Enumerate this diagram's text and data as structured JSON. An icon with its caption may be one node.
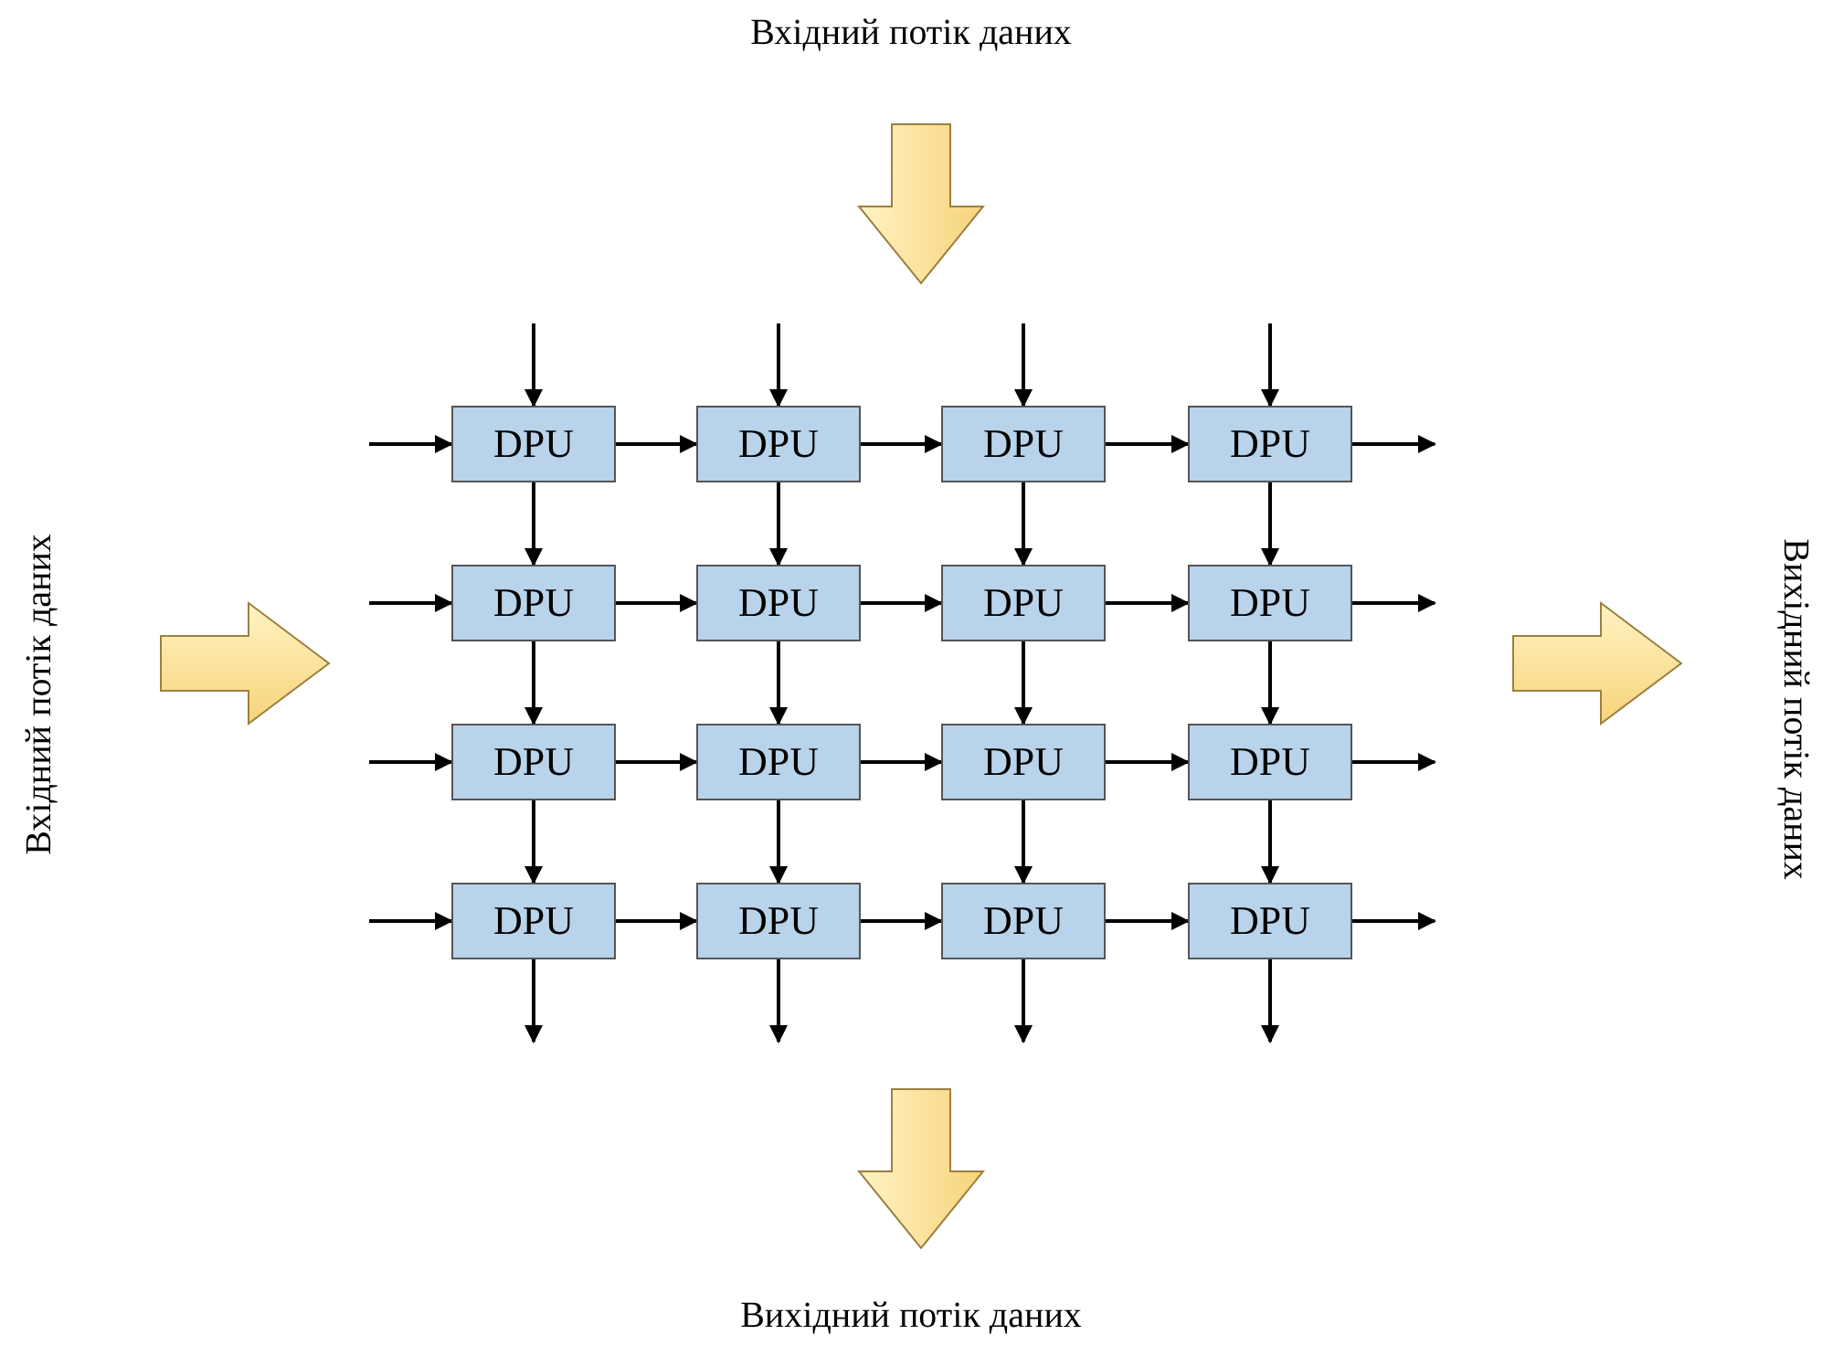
{
  "diagram": {
    "nodes": [
      {
        "text": [
          "DPU"
        ]
      },
      {
        "text": [
          "DPU"
        ]
      },
      {
        "text": [
          "DPU"
        ]
      },
      {
        "text": [
          "DPU"
        ]
      },
      {
        "text": [
          "DPU"
        ]
      },
      {
        "text": [
          "DPU"
        ]
      },
      {
        "text": [
          "DPU"
        ]
      },
      {
        "text": [
          "DPU"
        ]
      },
      {
        "text": [
          "DPU"
        ]
      },
      {
        "text": [
          "DPU"
        ]
      },
      {
        "text": [
          "DPU"
        ]
      },
      {
        "text": [
          "DPU"
        ]
      },
      {
        "text": [
          "DPU"
        ]
      },
      {
        "text": [
          "DPU"
        ]
      },
      {
        "text": [
          "DPU"
        ]
      },
      {
        "text": [
          "DPU"
        ]
      }
    ],
    "edges": [
      {
        "from": null,
        "to": 0,
        "arrow": "to"
      },
      {
        "from": null,
        "to": 1,
        "arrow": "to"
      },
      {
        "from": null,
        "to": 2,
        "arrow": "to"
      },
      {
        "from": null,
        "to": 3,
        "arrow": "to"
      },
      {
        "from": null,
        "to": 0,
        "arrow": "to"
      },
      {
        "from": 0,
        "to": 1,
        "arrow": "to"
      },
      {
        "from": 1,
        "to": 2,
        "arrow": "to"
      },
      {
        "from": 2,
        "to": 3,
        "arrow": "to"
      },
      {
        "from": 3,
        "to": null,
        "arrow": "to"
      },
      {
        "from": null,
        "to": 4,
        "arrow": "to"
      },
      {
        "from": 4,
        "to": 5,
        "arrow": "to"
      },
      {
        "from": 5,
        "to": 6,
        "arrow": "to"
      },
      {
        "from": 6,
        "to": 7,
        "arrow": "to"
      },
      {
        "from": 7,
        "to": null,
        "arrow": "to"
      },
      {
        "from": null,
        "to": 8,
        "arrow": "to"
      },
      {
        "from": 8,
        "to": 9,
        "arrow": "to"
      },
      {
        "from": 9,
        "to": 10,
        "arrow": "to"
      },
      {
        "from": 10,
        "to": 11,
        "arrow": "to"
      },
      {
        "from": 11,
        "to": null,
        "arrow": "to"
      },
      {
        "from": null,
        "to": 12,
        "arrow": "to"
      },
      {
        "from": 12,
        "to": 13,
        "arrow": "to"
      },
      {
        "from": 13,
        "to": 14,
        "arrow": "to"
      },
      {
        "from": 14,
        "to": 15,
        "arrow": "to"
      },
      {
        "from": 15,
        "to": null,
        "arrow": "to"
      },
      {
        "from": 0,
        "to": 4,
        "arrow": "to"
      },
      {
        "from": 1,
        "to": 5,
        "arrow": "to"
      },
      {
        "from": 2,
        "to": 6,
        "arrow": "to"
      },
      {
        "from": 3,
        "to": 7,
        "arrow": "to"
      },
      {
        "from": 4,
        "to": 8,
        "arrow": "to"
      },
      {
        "from": 5,
        "to": 9,
        "arrow": "to"
      },
      {
        "from": 6,
        "to": 10,
        "arrow": "to"
      },
      {
        "from": 7,
        "to": 11,
        "arrow": "to"
      },
      {
        "from": 8,
        "to": 12,
        "arrow": "to"
      },
      {
        "from": 9,
        "to": 13,
        "arrow": "to"
      },
      {
        "from": 10,
        "to": 14,
        "arrow": "to"
      },
      {
        "from": 11,
        "to": 15,
        "arrow": "to"
      },
      {
        "from": 12,
        "to": null,
        "arrow": "to"
      },
      {
        "from": 13,
        "to": null,
        "arrow": "to"
      },
      {
        "from": 14,
        "to": null,
        "arrow": "to"
      },
      {
        "from": 15,
        "to": null,
        "arrow": "to"
      }
    ],
    "labels": [
      "Вхідний потік даних",
      "Вхідний потік даних",
      "Вихідний потік даних",
      "Вихідний потік даних"
    ]
  }
}
